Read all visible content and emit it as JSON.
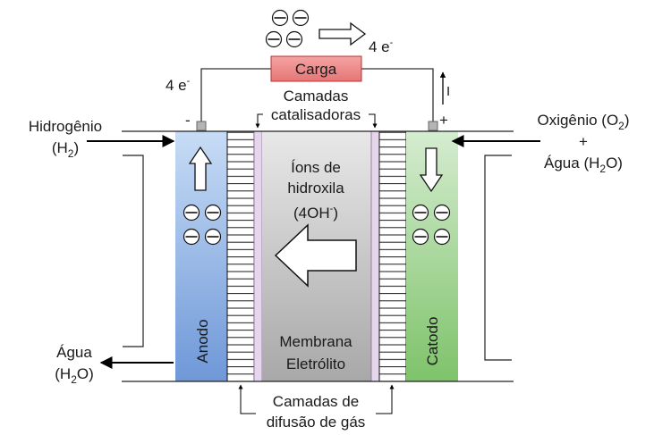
{
  "labels": {
    "load": "Carga",
    "electrons_top": "4 e",
    "electrons_top_sup": "-",
    "electrons_left": "4 e",
    "electrons_left_sup": "-",
    "current": "I",
    "minus_terminal": "-",
    "plus_terminal": "+",
    "catalyst_layers_line1": "Camadas",
    "catalyst_layers_line2": "catalisadoras",
    "hydrogen_line1": "Hidrogênio",
    "hydrogen_line2_a": "(H",
    "hydrogen_line2_sub": "2",
    "hydrogen_line2_b": ")",
    "oxygen_line1_a": "Oxigênio (O",
    "oxygen_line1_sub": "2",
    "oxygen_line1_b": ")",
    "oxygen_plus": "+",
    "water_right_a": "Água (H",
    "water_right_sub": "2",
    "water_right_b": "O)",
    "ions_line1": "Íons de",
    "ions_line2": "hidroxila",
    "ions_line3_a": "(4OH",
    "ions_line3_sup": "-",
    "ions_line3_b": ")",
    "anode": "Anodo",
    "cathode": "Catodo",
    "membrane_line1": "Membrana",
    "membrane_line2": "Eletrólito",
    "water_left_line1": "Água",
    "water_left_line2_a": "(H",
    "water_left_line2_sub": "2",
    "water_left_line2_b": "O)",
    "diffusion_line1": "Camadas de",
    "diffusion_line2": "difusão de gás"
  },
  "colors": {
    "anode_top": "#c7dcf5",
    "anode_bottom": "#6f98d8",
    "cathode_top": "#d5ecd0",
    "cathode_bottom": "#7ec36a",
    "membrane_top": "#e8e8e8",
    "membrane_bottom": "#a8a8a8",
    "catalyst": "#e6d6ec",
    "load_fill": "#f08a8a",
    "terminal": "#b4b4b4"
  },
  "icons": {
    "electron": "circled-minus",
    "hollow_arrow": "block-arrow"
  }
}
